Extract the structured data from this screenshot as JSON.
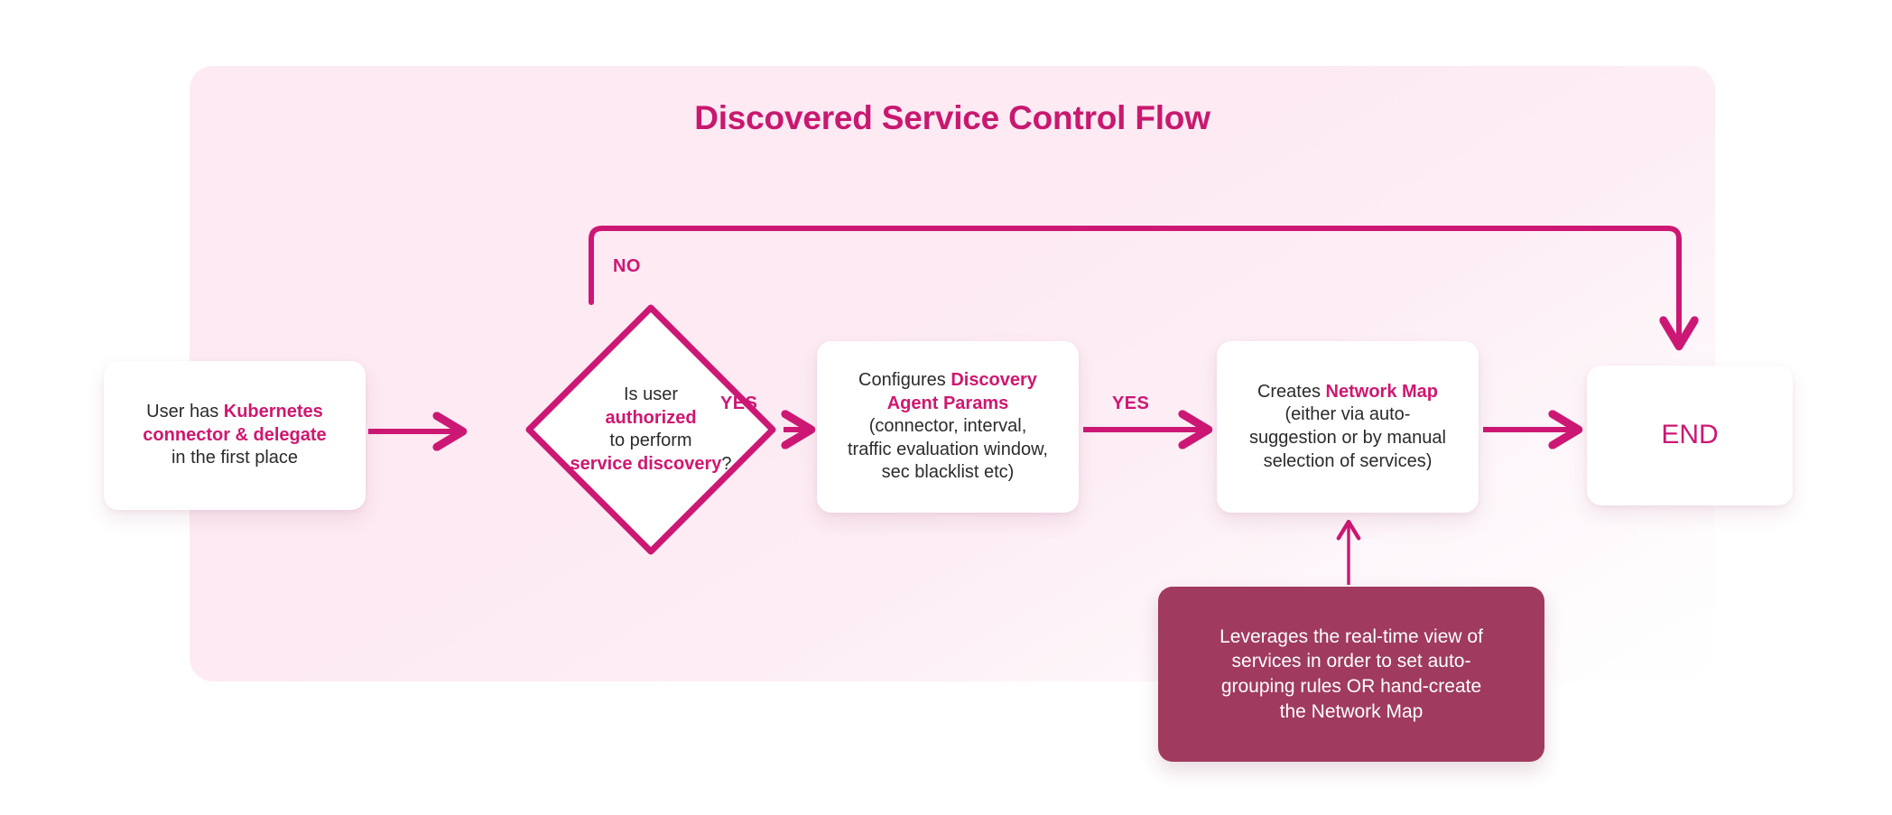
{
  "diagram": {
    "title": "Discovered Service Control Flow",
    "accent_color": "#cc1874",
    "panel_color": "#fdeaf3",
    "note_color": "#a03a5e",
    "text_color": "#2b2b2b"
  },
  "nodes": {
    "start": {
      "id": "start",
      "shape": "rounded-rect",
      "lines": [
        {
          "plain": "User has ",
          "highlight": "Kubernetes"
        },
        {
          "highlight": "connector & delegate"
        },
        {
          "plain": "in the first place"
        }
      ],
      "text": "User has Kubernetes connector & delegate in the first place"
    },
    "decision": {
      "id": "decision",
      "shape": "diamond",
      "lines": [
        {
          "plain": "Is user"
        },
        {
          "highlight": "authorized"
        },
        {
          "plain": "to perform"
        },
        {
          "highlight": "service discovery",
          "plain_after": "?"
        }
      ],
      "text": "Is user authorized to perform service discovery?"
    },
    "config": {
      "id": "config",
      "shape": "rounded-rect",
      "lines": [
        {
          "plain": "Configures ",
          "highlight": "Discovery"
        },
        {
          "highlight": "Agent Params"
        },
        {
          "plain": "(connector, interval,"
        },
        {
          "plain": "traffic evaluation window,"
        },
        {
          "plain": "sec blacklist etc)"
        }
      ],
      "text": "Configures Discovery Agent Params (connector, interval, traffic evaluation window, sec blacklist etc)"
    },
    "netmap": {
      "id": "netmap",
      "shape": "rounded-rect",
      "lines": [
        {
          "plain": "Creates ",
          "highlight": "Network Map"
        },
        {
          "plain": "(either via auto-"
        },
        {
          "plain": "suggestion or by manual"
        },
        {
          "plain": "selection of services)"
        }
      ],
      "text": "Creates Network Map (either via auto-suggestion or by manual selection of services)"
    },
    "end": {
      "id": "end",
      "shape": "rounded-rect",
      "label": "END"
    },
    "note": {
      "id": "note",
      "shape": "rounded-rect-filled",
      "lines": [
        "Leverages the real-time view of",
        "services in order to set auto-",
        "grouping rules OR hand-create",
        "the Network Map"
      ],
      "text": "Leverages the real-time view of services in order to set auto-grouping rules OR hand-create the Network Map"
    }
  },
  "edges": [
    {
      "id": "start-to-decision",
      "from": "start",
      "to": "decision",
      "label": ""
    },
    {
      "id": "decision-yes",
      "from": "decision",
      "to": "config",
      "label": "YES"
    },
    {
      "id": "config-to-netmap",
      "from": "config",
      "to": "netmap",
      "label": "YES"
    },
    {
      "id": "netmap-to-end",
      "from": "netmap",
      "to": "end",
      "label": ""
    },
    {
      "id": "decision-no",
      "from": "decision",
      "to": "end",
      "label": "NO"
    },
    {
      "id": "note-to-netmap",
      "from": "note",
      "to": "netmap",
      "label": ""
    }
  ],
  "labels": {
    "no": "NO",
    "yes_1": "YES",
    "yes_2": "YES"
  }
}
